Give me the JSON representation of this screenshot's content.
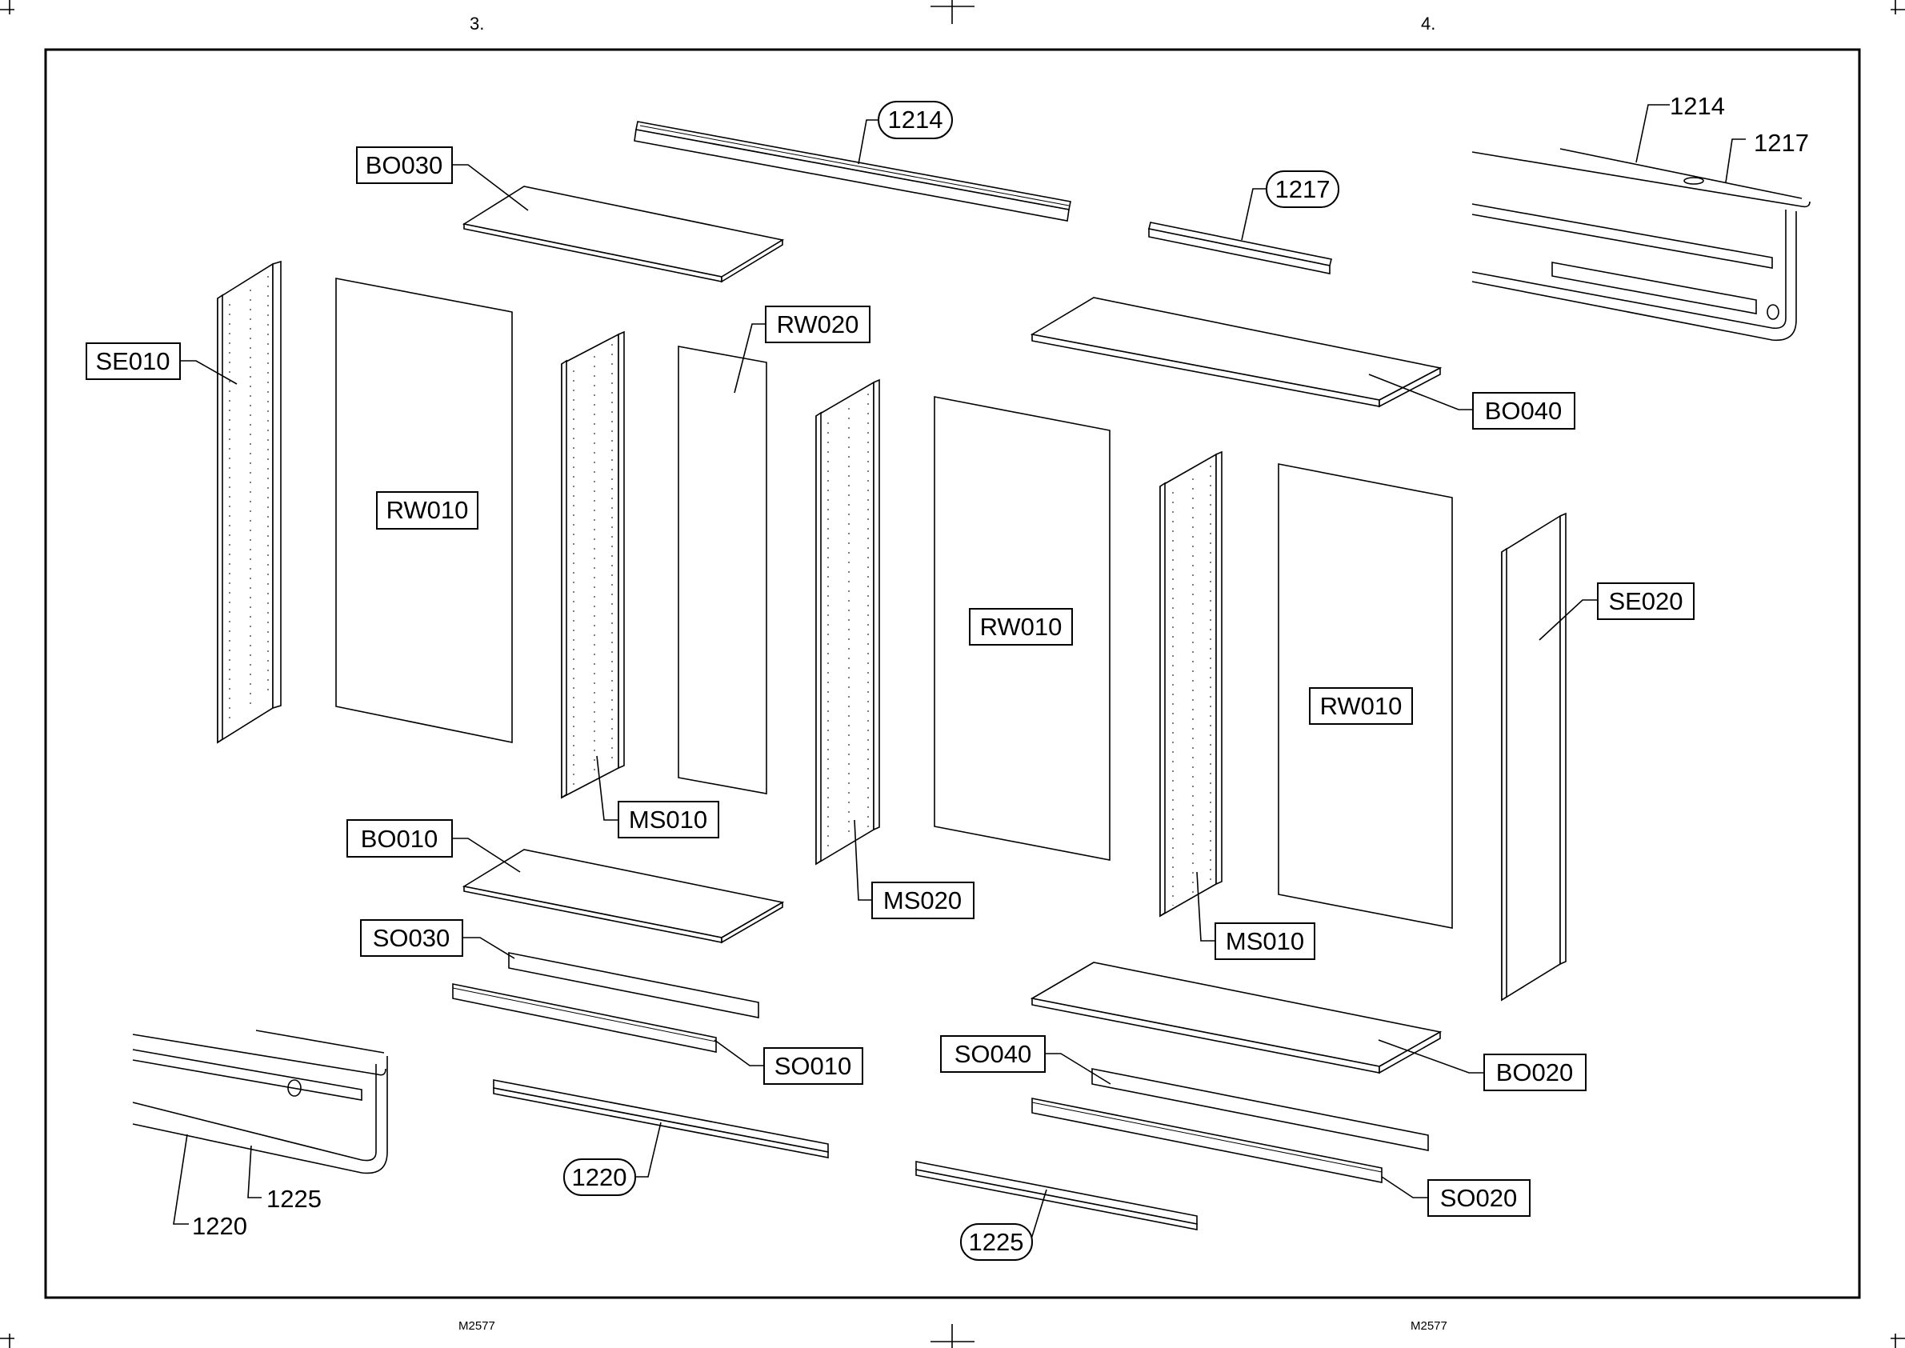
{
  "sheet": {
    "page_left": "3.",
    "page_right": "4.",
    "code_left": "M2577",
    "code_right": "M2577"
  },
  "labels": {
    "bo030": "BO030",
    "se010": "SE010",
    "rw010_a": "RW010",
    "rw020": "RW020",
    "ms010_a": "MS010",
    "bo010": "BO010",
    "so030": "SO030",
    "so010": "SO010",
    "ms020": "MS020",
    "rw010_b": "RW010",
    "ms010_b": "MS010",
    "rw010_c": "RW010",
    "bo040": "BO040",
    "se020": "SE020",
    "bo020": "BO020",
    "so040": "SO040",
    "so020": "SO020",
    "r1214": "1214",
    "r1217": "1217",
    "r1220": "1220",
    "r1225": "1225",
    "d1214": "1214",
    "d1217": "1217",
    "d1220": "1220",
    "d1225": "1225"
  }
}
